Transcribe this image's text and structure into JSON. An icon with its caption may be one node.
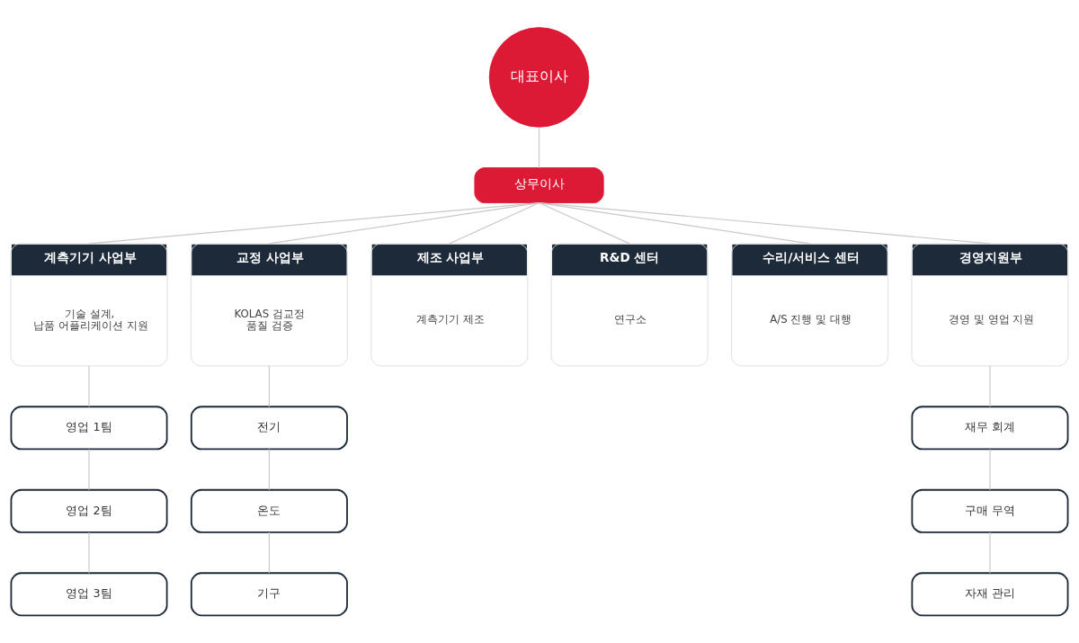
{
  "diagram": {
    "nodes": [
      {
        "text": [
          "대표이사"
        ]
      },
      {
        "text": [
          "상무이사"
        ]
      },
      {
        "text": [
          "계측기기 사업부",
          "기술 설계, 납품 어플리케이션 지원"
        ]
      },
      {
        "text": [
          "교정 사업부",
          "KOLAS 검교정 품질 검증"
        ]
      },
      {
        "text": [
          "제조 사업부",
          "계측기기 제조"
        ]
      },
      {
        "text": [
          "R&D 센터",
          "연구소"
        ]
      },
      {
        "text": [
          "수리/서비스 센터",
          "A/S 진행 및 대행"
        ]
      },
      {
        "text": [
          "경영지원부",
          "경영 및 영업 지원"
        ]
      },
      {
        "text": [
          "영업 1팀"
        ]
      },
      {
        "text": [
          "영업 2팀"
        ]
      },
      {
        "text": [
          "영업 3팀"
        ]
      },
      {
        "text": [
          "전기"
        ]
      },
      {
        "text": [
          "온도"
        ]
      },
      {
        "text": [
          "기구"
        ]
      },
      {
        "text": [
          "재무 회계"
        ]
      },
      {
        "text": [
          "구매 무역"
        ]
      },
      {
        "text": [
          "자재 관리"
        ]
      }
    ],
    "edges": [
      {
        "from": 0,
        "to": 1,
        "arrow": "none"
      },
      {
        "from": 1,
        "to": 2,
        "arrow": "none"
      },
      {
        "from": 1,
        "to": 3,
        "arrow": "none"
      },
      {
        "from": 1,
        "to": 4,
        "arrow": "none"
      },
      {
        "from": 1,
        "to": 5,
        "arrow": "none"
      },
      {
        "from": 1,
        "to": 6,
        "arrow": "none"
      },
      {
        "from": 1,
        "to": 7,
        "arrow": "none"
      },
      {
        "from": 2,
        "to": 8,
        "arrow": "none"
      },
      {
        "from": 8,
        "to": 9,
        "arrow": "none"
      },
      {
        "from": 9,
        "to": 10,
        "arrow": "none"
      },
      {
        "from": 3,
        "to": 11,
        "arrow": "none"
      },
      {
        "from": 11,
        "to": 12,
        "arrow": "none"
      },
      {
        "from": 12,
        "to": 13,
        "arrow": "none"
      },
      {
        "from": 7,
        "to": 14,
        "arrow": "none"
      },
      {
        "from": 14,
        "to": 15,
        "arrow": "none"
      },
      {
        "from": 15,
        "to": 16,
        "arrow": "none"
      }
    ]
  }
}
